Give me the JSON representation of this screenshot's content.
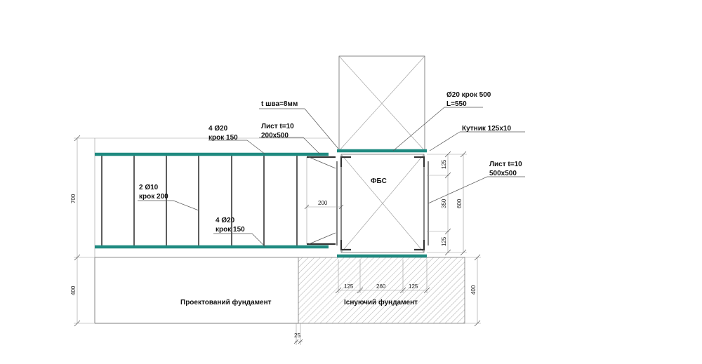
{
  "labels": {
    "weld": "t шва=8мм",
    "plate_top_1": "Лист t=10",
    "plate_top_2": "200x500",
    "rebar_top_1": "4 Ø20",
    "rebar_top_2": "крок 150",
    "stirrup_1": "2 Ø10",
    "stirrup_2": "крок 200",
    "rebar_bot_1": "4 Ø20",
    "rebar_bot_2": "крок 150",
    "anchor_1": "Ø20 крок 500",
    "anchor_2": "L=550",
    "angle": "Кутник 125x10",
    "plate_side_1": "Лист t=10",
    "plate_side_2": "500x500",
    "fbs": "ФБС",
    "new_foundation": "Проектований фундамент",
    "existing_foundation": "Існуючий фундамент"
  },
  "dims": {
    "height_left": "700",
    "height_left_bottom": "400",
    "width_200": "200",
    "v_125_top": "125",
    "v_350": "350",
    "v_125_bottom": "125",
    "v_600": "600",
    "h_125_left": "125",
    "h_260": "260",
    "h_125_right": "125",
    "height_right": "400",
    "gap": "25"
  },
  "colors": {
    "rebar_teal": "#1f8a80",
    "hatch": "#9a9a9a"
  }
}
